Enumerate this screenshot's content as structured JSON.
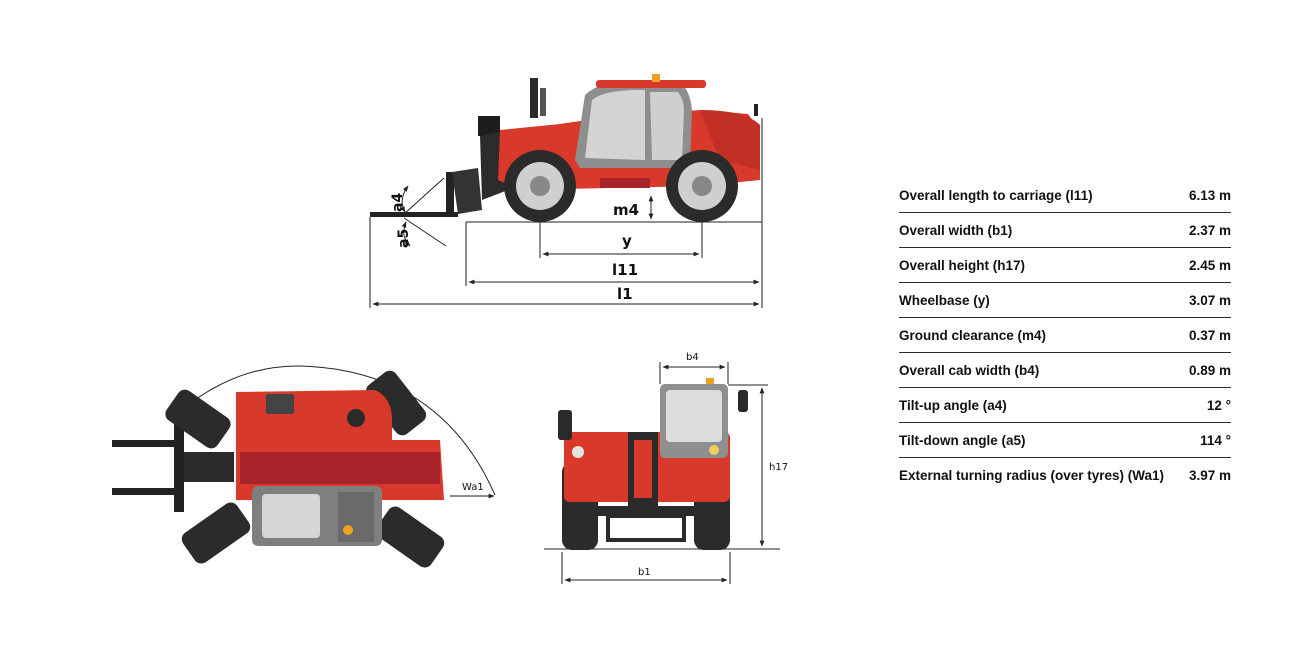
{
  "diagram": {
    "side_view_labels": {
      "a4": "a4",
      "a5": "a5",
      "m4": "m4",
      "y": "y",
      "l11": "l11",
      "l1": "l1"
    },
    "top_view_labels": {
      "wa1": "Wa1"
    },
    "front_view_labels": {
      "b4": "b4",
      "h17": "h17",
      "b1": "b1"
    },
    "colors": {
      "body_red": "#d8392b",
      "dark_red": "#a8222a",
      "tyre": "#2b2b2b",
      "cab_grey": "#9a9a9a",
      "glass": "#d9d9d9",
      "line": "#222222"
    }
  },
  "specs": [
    {
      "label": "Overall length to carriage (l11)",
      "value": "6.13 m"
    },
    {
      "label": "Overall width (b1)",
      "value": "2.37 m"
    },
    {
      "label": "Overall height (h17)",
      "value": "2.45 m"
    },
    {
      "label": "Wheelbase (y)",
      "value": "3.07 m"
    },
    {
      "label": "Ground clearance (m4)",
      "value": "0.37 m"
    },
    {
      "label": "Overall cab width (b4)",
      "value": "0.89 m"
    },
    {
      "label": "Tilt-up angle (a4)",
      "value": "12 °"
    },
    {
      "label": "Tilt-down angle (a5)",
      "value": "114 °"
    },
    {
      "label": "External turning radius (over tyres) (Wa1)",
      "value": "3.97 m"
    }
  ]
}
